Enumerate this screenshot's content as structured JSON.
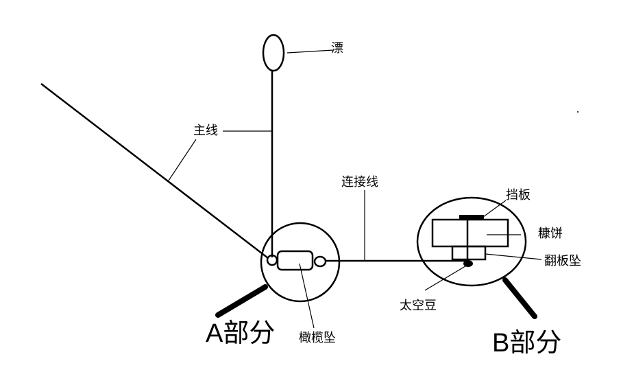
{
  "labels": {
    "float": "漂",
    "main_line": "主线",
    "connector_line": "连接线",
    "baffle": "挡板",
    "bait_cake": "糠饼",
    "flip_sinker": "翻板坠",
    "space_bean": "太空豆",
    "olive_sinker": "橄榄坠",
    "part_a": "A部分",
    "part_b": "B部分"
  }
}
